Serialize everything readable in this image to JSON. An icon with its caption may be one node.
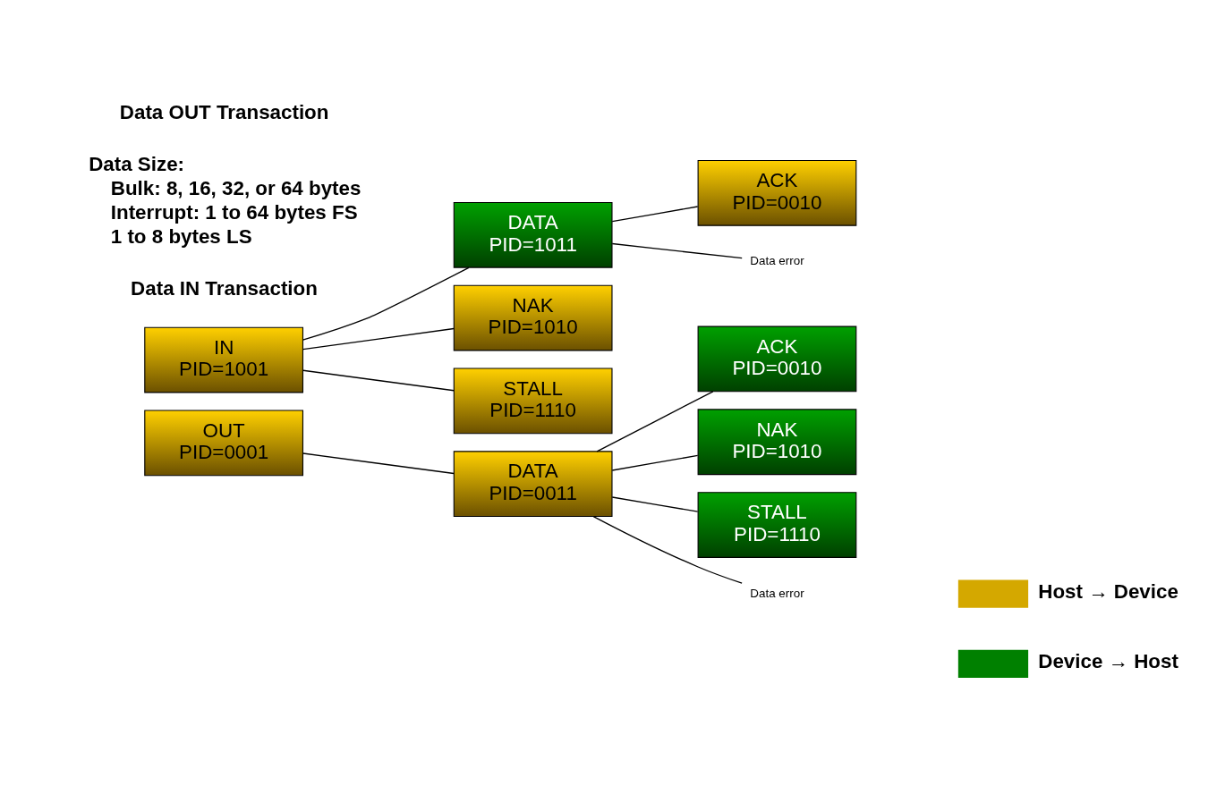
{
  "diagram": {
    "nodes": [
      {
        "text": [
          "IN PID=1001"
        ]
      },
      {
        "text": [
          "DATA PID=1011"
        ]
      },
      {
        "text": [
          "ACK PID=0010"
        ]
      },
      {
        "text": [
          "Data error"
        ]
      },
      {
        "text": [
          "NAK PID=1010"
        ]
      },
      {
        "text": [
          "STALL PID=1110"
        ]
      },
      {
        "text": [
          "OUT PID=0001"
        ]
      },
      {
        "text": [
          "DATA PID=0011"
        ]
      },
      {
        "text": [
          "ACK PID=0010"
        ]
      },
      {
        "text": [
          "NAK PID=1010"
        ]
      },
      {
        "text": [
          "STALL PID=1110"
        ]
      },
      {
        "text": [
          "Data error"
        ]
      }
    ],
    "edges": [
      {
        "from": 0,
        "to": 1,
        "arrow": "none"
      },
      {
        "from": 1,
        "to": 2,
        "arrow": "none"
      },
      {
        "from": 1,
        "to": 3,
        "arrow": "none"
      },
      {
        "from": 0,
        "to": 4,
        "arrow": "none"
      },
      {
        "from": 0,
        "to": 5,
        "arrow": "none"
      },
      {
        "from": 6,
        "to": 7,
        "arrow": "none"
      },
      {
        "from": 7,
        "to": 8,
        "arrow": "none"
      },
      {
        "from": 7,
        "to": 9,
        "arrow": "none"
      },
      {
        "from": 7,
        "to": 10,
        "arrow": "none"
      },
      {
        "from": 7,
        "to": 11,
        "arrow": "none"
      }
    ],
    "labels": [
      "Data IN Transaction",
      "Data OUT Transaction",
      "Data Size:",
      "Bulk: 8, 16, 32, or 64 bytes",
      "Interrupt: 1 to 64 bytes FS",
      "1 to 8 bytes LS"
    ],
    "legend": [
      {
        "text": "Host → Device",
        "color": "#d4a800"
      },
      {
        "text": "Device → Host",
        "color": "#008000"
      }
    ]
  }
}
